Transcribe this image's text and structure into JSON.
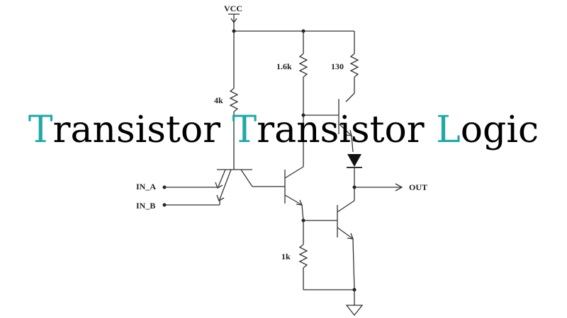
{
  "title": {
    "words": [
      {
        "initial": "T",
        "rest": "ransistor"
      },
      {
        "initial": "T",
        "rest": "ransistor"
      },
      {
        "initial": "L",
        "rest": "ogic"
      }
    ],
    "accent_color": "#1fa8a8",
    "text_color": "#000000"
  },
  "circuit": {
    "supply_label": "VCC",
    "resistors": {
      "r_base": "4k",
      "r_collector": "1.6k",
      "r_output": "130",
      "r_emitter": "1k"
    },
    "inputs": [
      "IN_A",
      "IN_B"
    ],
    "output_label": "OUT",
    "icons": [
      "ground-icon",
      "diode-icon",
      "arrow-icon"
    ]
  }
}
